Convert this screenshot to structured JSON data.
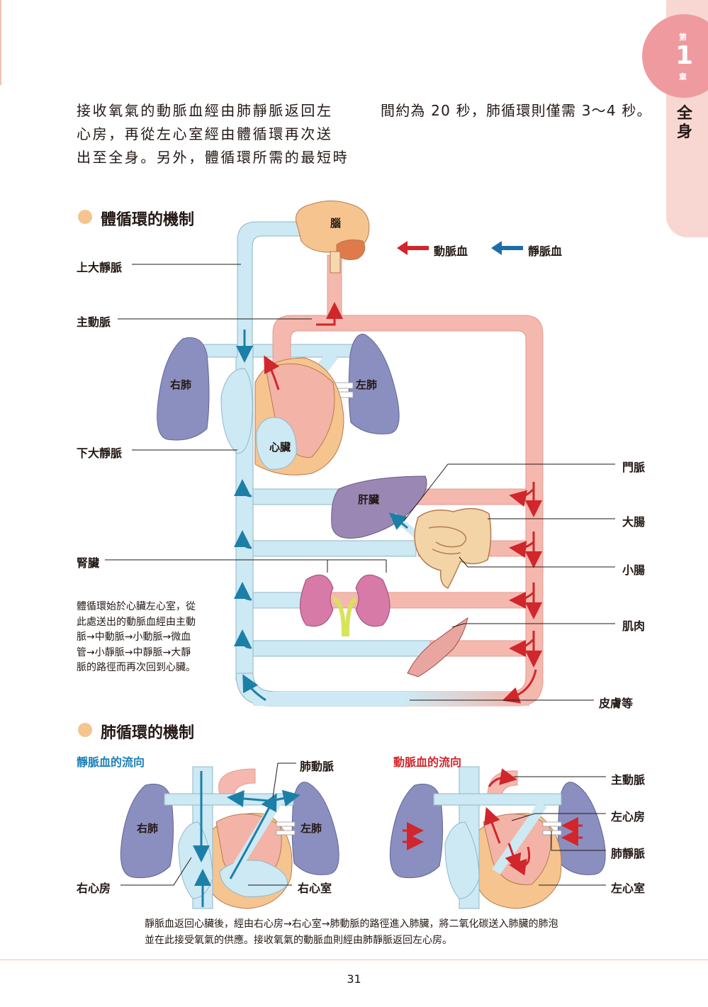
{
  "chapter": {
    "prefix": "第",
    "number": "1",
    "suffix": "章",
    "title": "全身"
  },
  "intro": {
    "col1": "接收氧氣的動脈血經由肺靜脈返回左\n心房，再從左心室經由體循環再次送\n出至全身。另外，體循環所需的最短時",
    "col2": "間約為 20 秒，肺循環則僅需 3～4 秒。"
  },
  "systemic": {
    "heading": "體循環的機制",
    "legend": {
      "arterial": "動脈血",
      "venous": "靜脈血"
    },
    "colors": {
      "arterial": "#d0262c",
      "venous": "#1c6ea8",
      "artery_vessel": "#f4b8ae",
      "vein_vessel": "#cde9f4",
      "lung": "#8b8fbf",
      "liver": "#9b87b4",
      "kidney": "#d77aa8",
      "brain": "#f6c48f",
      "heart_pink": "#f3b4a7",
      "heart_orange": "#f6c48f"
    },
    "labels": {
      "brain": "腦",
      "right_lung": "右肺",
      "left_lung": "左肺",
      "heart": "心臟",
      "liver": "肝臟",
      "svc": "上大靜脈",
      "aorta": "主動脈",
      "ivc": "下大靜脈",
      "kidney": "腎臟",
      "portal_vein": "門脈",
      "large_intestine": "大腸",
      "small_intestine": "小腸",
      "muscle": "肌肉",
      "skin": "皮膚等"
    },
    "note": "體循環始於心臟左心室，從\n此處送出的動脈血經由主動\n脈→中動脈→小動脈→微血\n管→小靜脈→中靜脈→大靜\n脈的路徑而再次回到心臟。"
  },
  "pulmonary": {
    "heading": "肺循環的機制",
    "venous_flow": {
      "title": "靜脈血的流向",
      "labels": {
        "pulmonary_artery": "肺動脈",
        "right_lung": "右肺",
        "left_lung": "左肺",
        "right_atrium": "右心房",
        "right_ventricle": "右心室"
      }
    },
    "arterial_flow": {
      "title": "動脈血的流向",
      "labels": {
        "aorta": "主動脈",
        "left_atrium": "左心房",
        "pulmonary_vein": "肺靜脈",
        "left_ventricle": "左心室"
      }
    },
    "caption": "靜脈血返回心臟後，經由右心房→右心室→肺動脈的路徑進入肺臟，將二氧化碳送入肺臟的肺泡\n並在此接受氧氣的供應。接收氧氣的動脈血則經由肺靜脈返回左心房。"
  },
  "page_number": "31"
}
